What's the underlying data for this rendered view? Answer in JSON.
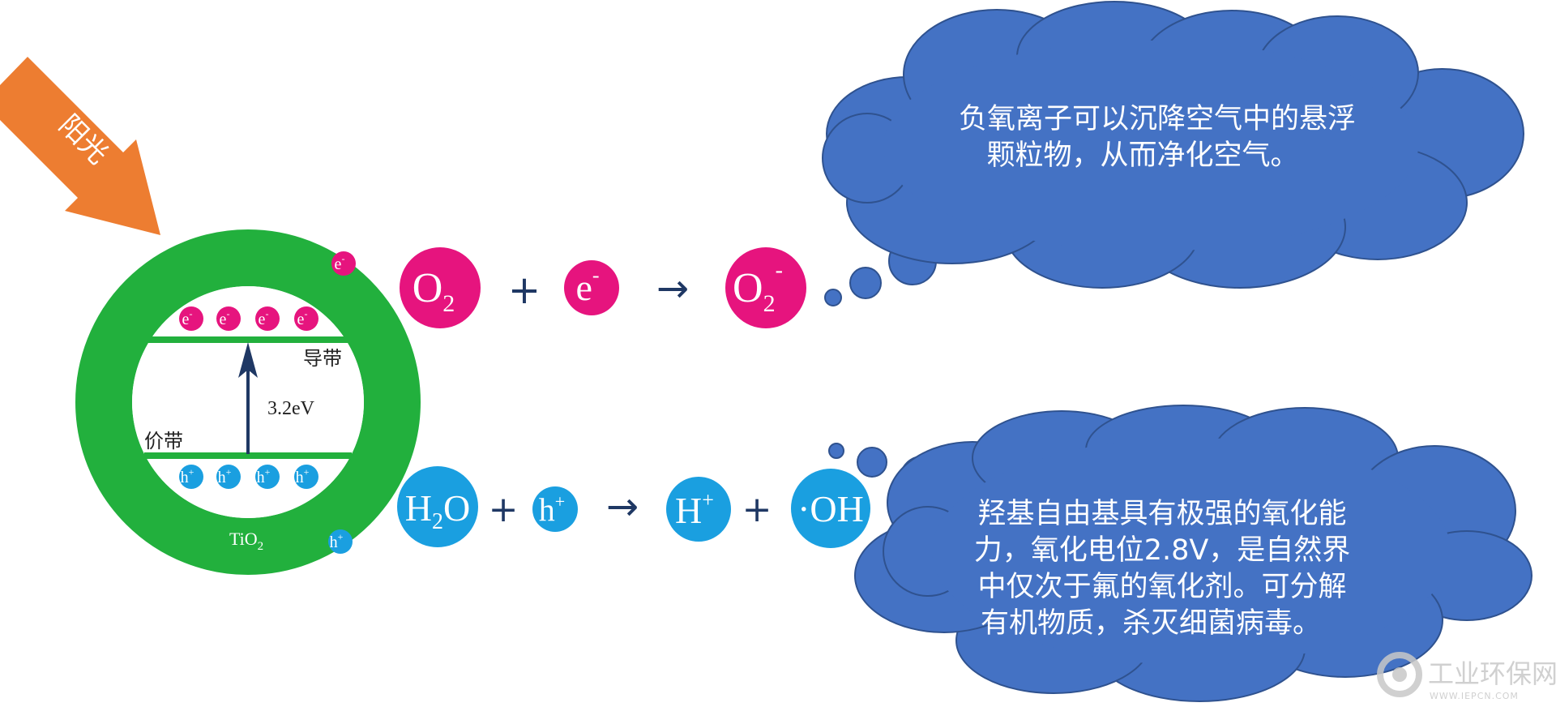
{
  "sunlight": {
    "label": "阳光",
    "color": "#ed7d31"
  },
  "tio2": {
    "label_main": "TiO",
    "label_sub": "2",
    "ring_color": "#22b03d",
    "conduction_band": "导带",
    "valence_band": "价带",
    "band_gap": "3.2eV",
    "electron_symbol": "e",
    "electron_charge": "-",
    "hole_symbol": "h",
    "hole_charge": "+"
  },
  "reaction_top": {
    "o2_main": "O",
    "o2_sub": "2",
    "plus": "+",
    "electron_main": "e",
    "electron_charge": "-",
    "arrow": "→",
    "product_main": "O",
    "product_sub": "2",
    "product_charge": "-",
    "color": "#e6147e"
  },
  "reaction_bottom": {
    "water_main": "H",
    "water_sub": "2",
    "water_end": "O",
    "plus1": "+",
    "hole_main": "h",
    "hole_charge": "+",
    "arrow": "→",
    "proton_main": "H",
    "proton_charge": "+",
    "plus2": "+",
    "hydroxyl": "·OH",
    "color": "#1a9fe0"
  },
  "cloud_top": {
    "line1": "负氧离子可以沉降空气中的悬浮",
    "line2": "颗粒物，从而净化空气。",
    "color": "#4472c4"
  },
  "cloud_bottom": {
    "line1": "羟基自由基具有极强的氧化能",
    "line2": "力，氧化电位2.8V，是自然界",
    "line3": "中仅次于氟的氧化剂。可分解",
    "line4": "有机物质，杀灭细菌病毒。",
    "color": "#4472c4"
  },
  "watermark": {
    "text": "工业环保网",
    "subtext": "WWW.IEPCN.COM"
  }
}
